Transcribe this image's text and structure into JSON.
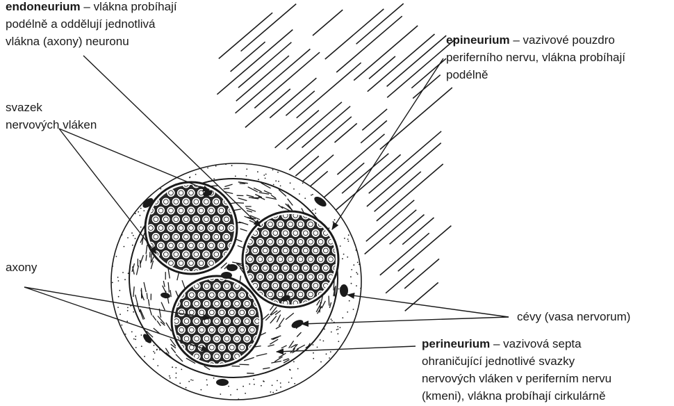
{
  "labels": {
    "endoneurium": {
      "term": "endoneurium",
      "rest": " – vlákna probíhají",
      "line2": "podélně a oddělují jednotlivá",
      "line3": "vlákna (axony) neuronu"
    },
    "epineurium": {
      "term": "epineurium",
      "rest": " – vazivové pouzdro",
      "line2": "periferního nervu, vlákna probíhají",
      "line3": "podélně"
    },
    "svazek": {
      "line1": "svazek",
      "line2": "nervových vláken"
    },
    "axony": {
      "line1": "axony"
    },
    "cevy": {
      "line1": "cévy (vasa nervorum)"
    },
    "perineurium": {
      "term": "perineurium",
      "rest": " – vazivová septa",
      "line2": "ohraničující jednotlivé svazky",
      "line3": "nervových vláken v periferním nervu",
      "line4": "(kmeni), vlákna probíhají cirkulárně"
    }
  }
}
